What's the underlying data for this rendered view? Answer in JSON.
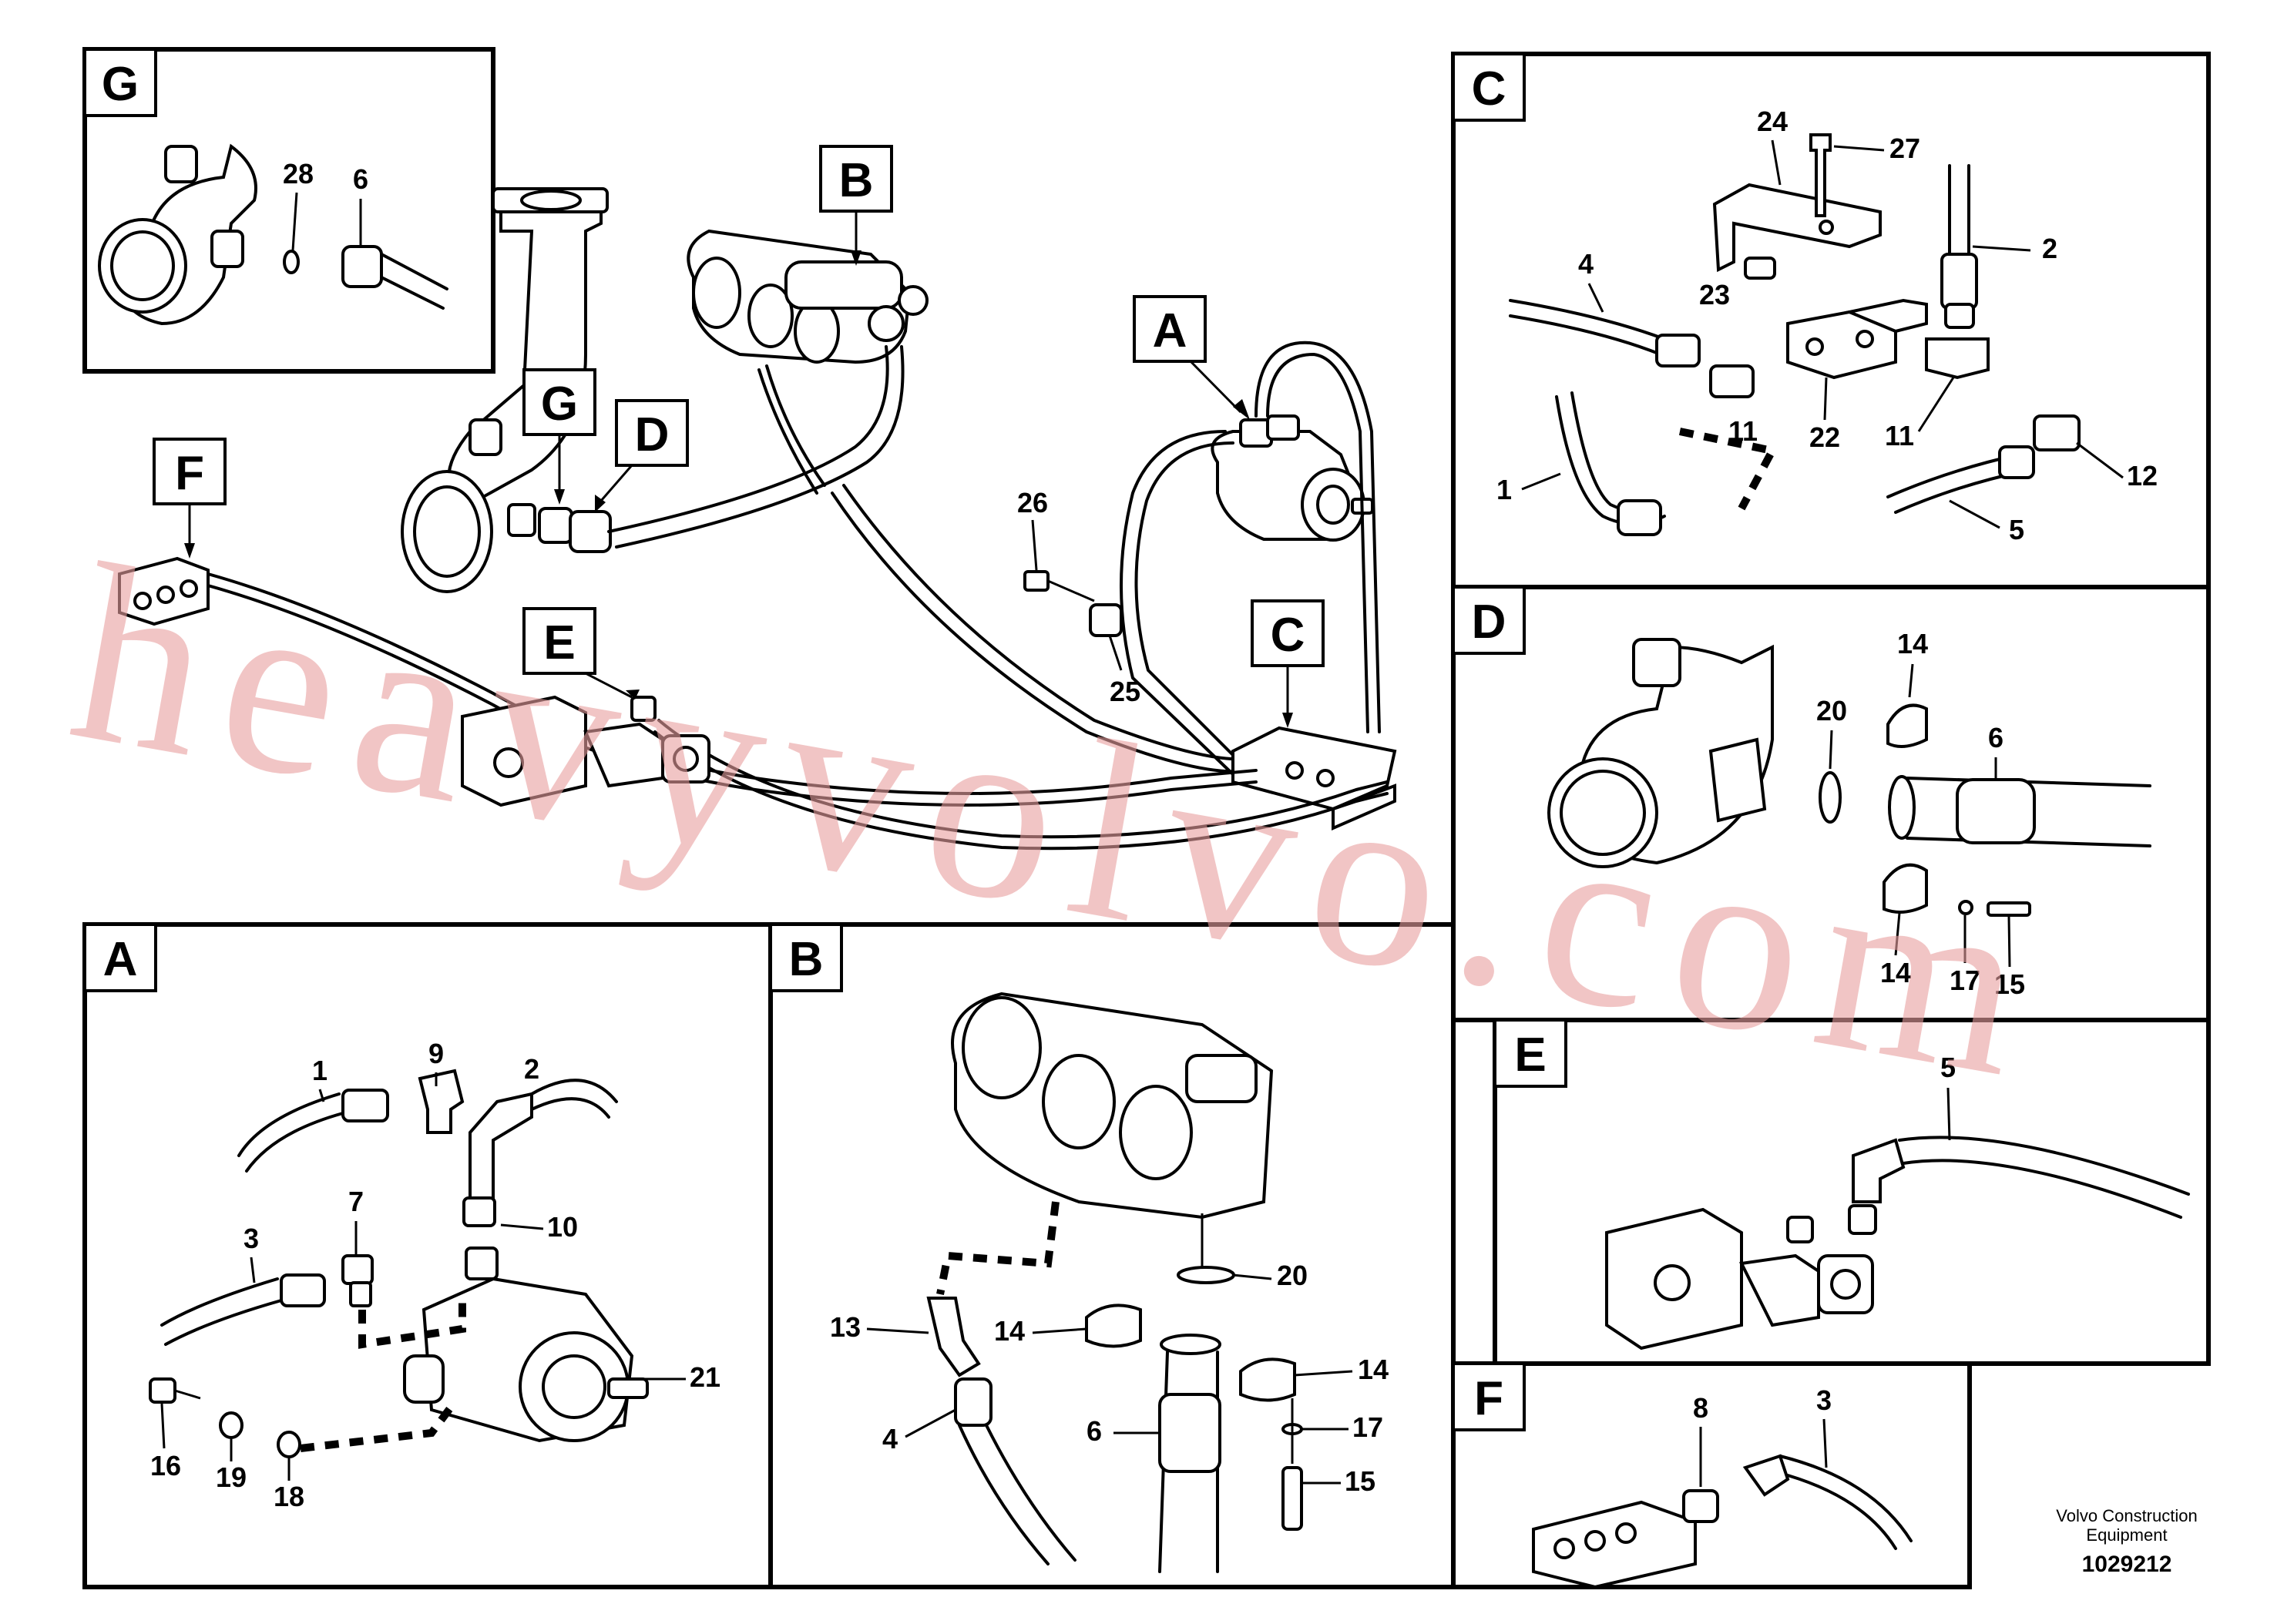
{
  "diagram": {
    "views": {
      "A": "A",
      "B": "B",
      "C": "C",
      "D": "D",
      "E": "E",
      "F": "F",
      "G": "G"
    },
    "overview_tags": {
      "A": "A",
      "B": "B",
      "C": "C",
      "D": "D",
      "E": "E",
      "F": "F",
      "G": "G"
    },
    "callouts": {
      "g_28": "28",
      "g_6": "6",
      "ov_26": "26",
      "ov_25": "25",
      "c_24": "24",
      "c_27": "27",
      "c_4": "4",
      "c_23": "23",
      "c_2": "2",
      "c_11a": "11",
      "c_22": "22",
      "c_11b": "11",
      "c_12": "12",
      "c_1": "1",
      "c_5": "5",
      "d_14a": "14",
      "d_20": "20",
      "d_6": "6",
      "d_14b": "14",
      "d_17": "17",
      "d_15": "15",
      "e_5": "5",
      "a_9": "9",
      "a_2": "2",
      "a_1": "1",
      "a_7": "7",
      "a_10": "10",
      "a_3": "3",
      "a_21": "21",
      "a_16": "16",
      "a_19": "19",
      "a_18": "18",
      "b_20": "20",
      "b_13": "13",
      "b_14a": "14",
      "b_14b": "14",
      "b_17": "17",
      "b_4": "4",
      "b_6": "6",
      "b_15": "15",
      "f_8": "8",
      "f_3": "3"
    },
    "watermark": "heavyvolvo.com",
    "footer": {
      "company_line1": "Volvo Construction",
      "company_line2": "Equipment",
      "drawing_number": "1029212"
    }
  }
}
